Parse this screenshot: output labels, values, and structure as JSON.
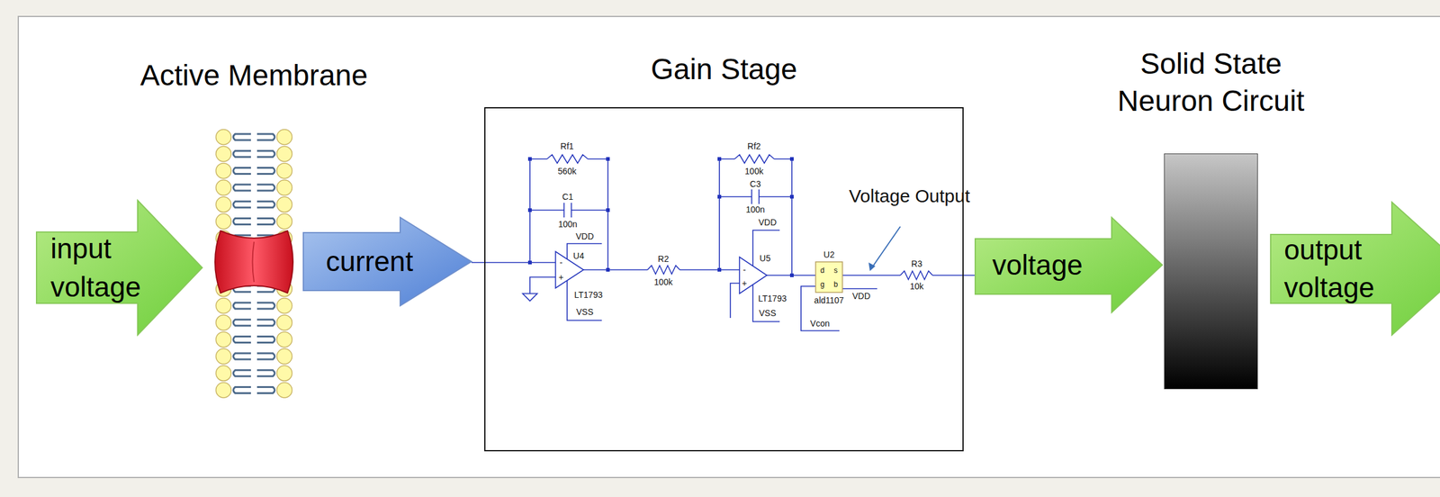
{
  "diagram": {
    "nodes": [
      {
        "text": [
          "input voltage"
        ]
      },
      {
        "text": [
          "Active Membrane"
        ]
      },
      {
        "text": [
          "current"
        ]
      },
      {
        "text": [
          "Gain Stage"
        ]
      },
      {
        "text": [
          "voltage"
        ]
      },
      {
        "text": [
          "Solid State Neuron Circuit"
        ]
      },
      {
        "text": [
          "output voltage"
        ]
      }
    ],
    "labels": [
      "Rf1",
      "560k",
      "C1",
      "100n",
      "U4",
      "VDD",
      "LT1793",
      "VSS",
      "R2",
      "100k",
      "Rf2",
      "100k",
      "C3",
      "100n",
      "VDD",
      "U5",
      "LT1793",
      "VSS",
      "U2",
      "d",
      "s",
      "g",
      "b",
      "ald1107",
      "VDD",
      "Vcon",
      "Voltage Output",
      "R3",
      "10k",
      "-",
      "+",
      "-",
      "+"
    ]
  }
}
